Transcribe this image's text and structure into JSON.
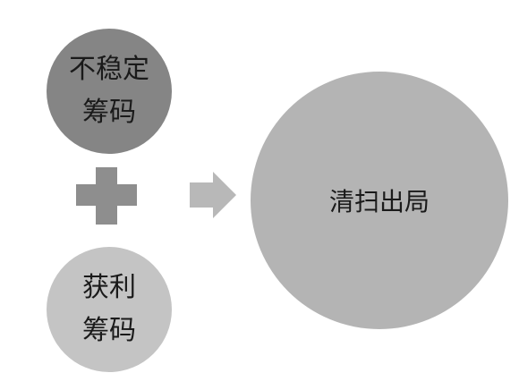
{
  "colors": {
    "top_circle": "#858585",
    "bottom_circle": "#c4c4c4",
    "big_circle": "#b4b4b4",
    "plus": "#8e8e8e",
    "arrow": "#b8b8b8",
    "text": "#1a1a1a"
  },
  "nodes": {
    "unstable": {
      "line1": "不稳定",
      "line2": "筹码"
    },
    "profit": {
      "line1": "获利",
      "line2": "筹码"
    },
    "result": {
      "label": "清扫出局"
    }
  },
  "operators": {
    "plus_icon": "plus-icon",
    "arrow_icon": "right-arrow-icon"
  }
}
